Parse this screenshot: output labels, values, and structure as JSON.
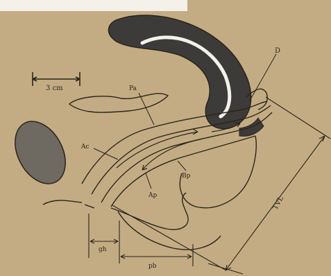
{
  "colors": {
    "paper": "#c3ac84",
    "ink": "#2a2418",
    "organ_fill": "#3d3b39",
    "ovoid_fill": "#6e6a61",
    "white_strip": "#f4f1ea"
  },
  "labels": {
    "scale": "3 cm",
    "D": "D",
    "Pa": "Pa",
    "Ac": "Ac",
    "Ap": "Ap",
    "Bp": "Bp",
    "TVL": "TVL",
    "gh": "gh",
    "pb": "pb"
  }
}
